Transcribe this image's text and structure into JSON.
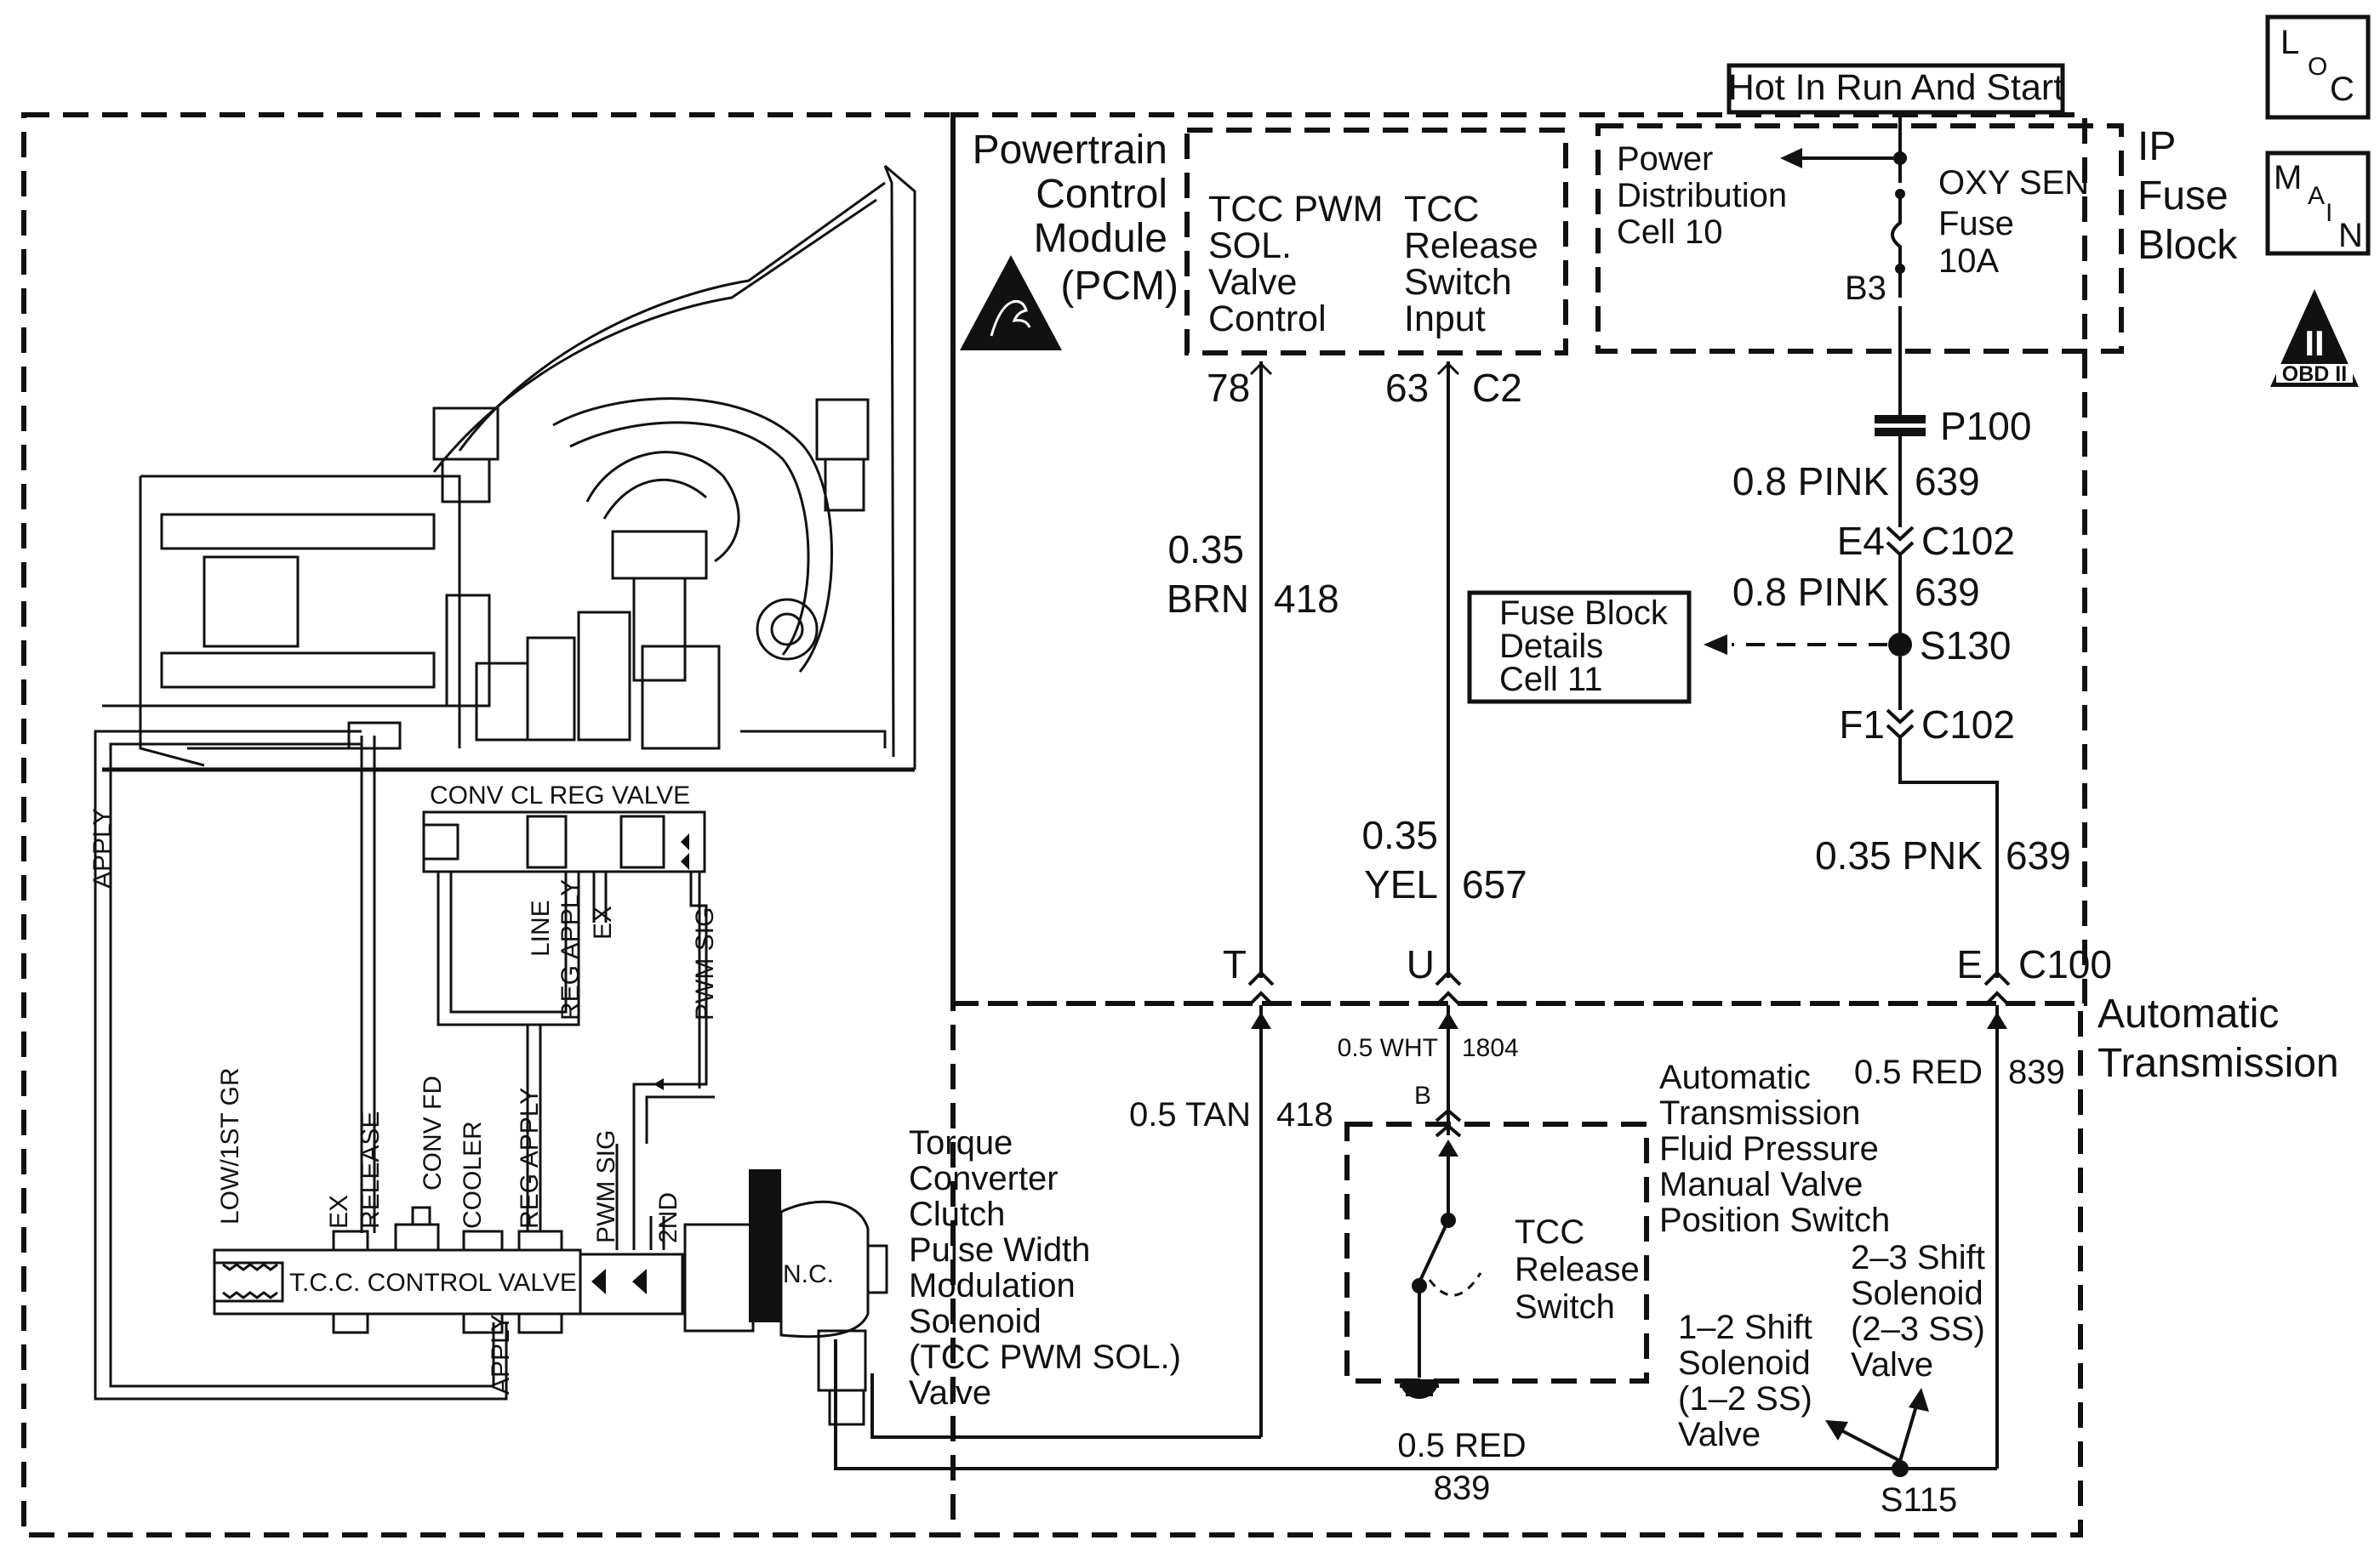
{
  "hot_in_run_and_start": "Hot In Run And Start",
  "pcm": {
    "title_lines": [
      "Powertrain",
      "Control",
      "Module",
      "(PCM)"
    ],
    "tcc_pwm_lines": [
      "TCC PWM",
      "SOL.",
      "Valve",
      "Control"
    ],
    "tcc_release_lines": [
      "TCC",
      "Release",
      "Switch",
      "Input"
    ],
    "pin_78": "78",
    "pin_63": "63",
    "conn_c2": "C2"
  },
  "ip_fuse_block": {
    "title_lines": [
      "IP",
      "Fuse",
      "Block"
    ],
    "power_dist_lines": [
      "Power",
      "Distribution",
      "Cell 10"
    ],
    "fuse_lines": [
      "OXY SEN",
      "Fuse",
      "10A"
    ],
    "fuse_pin": "B3"
  },
  "badges": {
    "loc": [
      "L",
      "O",
      "C"
    ],
    "main": [
      "M",
      "A",
      "I",
      "N"
    ],
    "obd_numeral": "II",
    "obd_label": "OBD II"
  },
  "circuits": {
    "p100": "P100",
    "pink_1": "0.8 PINK",
    "circ_639_1": "639",
    "e4": "E4",
    "c102_1": "C102",
    "pink_2": "0.8 PINK",
    "circ_639_2": "639",
    "s130": "S130",
    "fuse_details_lines": [
      "Fuse Block",
      "Details",
      "Cell 11"
    ],
    "f1": "F1",
    "c102_2": "C102",
    "pnk_035": "0.35 PNK",
    "circ_639_3": "639",
    "brn_gauge": "0.35",
    "brn_color": "BRN",
    "circ_418": "418",
    "yel_gauge": "0.35",
    "yel_color": "YEL",
    "circ_657": "657",
    "pin_t": "T",
    "pin_u": "U",
    "pin_e": "E",
    "c100": "C100",
    "wht": "0.5 WHT",
    "circ_1804": "1804",
    "pin_b": "B",
    "red_1": "0.5 RED",
    "circ_839_1": "839",
    "tan": "0.5 TAN",
    "circ_418_2": "418",
    "red_2": "0.5 RED",
    "circ_839_2": "839",
    "s115": "S115"
  },
  "auto_trans": {
    "title_lines": [
      "Automatic",
      "Transmission"
    ],
    "pressure_switch_lines": [
      "Automatic",
      "Transmission",
      "Fluid Pressure",
      "Manual Valve",
      "Position Switch"
    ],
    "tcc_release_switch_lines": [
      "TCC",
      "Release",
      "Switch"
    ],
    "shift_23_lines": [
      "2–3 Shift",
      "Solenoid",
      "(2–3 SS)",
      "Valve"
    ],
    "shift_12_lines": [
      "1–2 Shift",
      "Solenoid",
      "(1–2 SS)",
      "Valve"
    ],
    "tcc_solenoid_lines": [
      "Torque",
      "Converter",
      "Clutch",
      "Pulse Width",
      "Modulation",
      "Solenoid",
      "(TCC PWM SOL.)",
      "Valve"
    ]
  },
  "hydraulic": {
    "conv_cl_reg_valve": "CONV CL REG VALVE",
    "apply_left": "APPLY",
    "line": "LINE",
    "reg_apply_top": "REG APPLY",
    "ex_top": "EX",
    "pwm_sig_top": "PWM SIG",
    "low_1st_gr": "LOW/1ST GR",
    "ex_bottom": "EX",
    "release": "RELEASE",
    "conv_fd": "CONV FD",
    "cooler": "COOLER",
    "reg_apply_bottom": "REG APPLY",
    "pwm_sig_bottom": "PWM SIG",
    "second": "2ND",
    "tcc_control_valve": "T.C.C. CONTROL VALVE",
    "apply_bottom": "APPLY",
    "nc": "N.C."
  }
}
